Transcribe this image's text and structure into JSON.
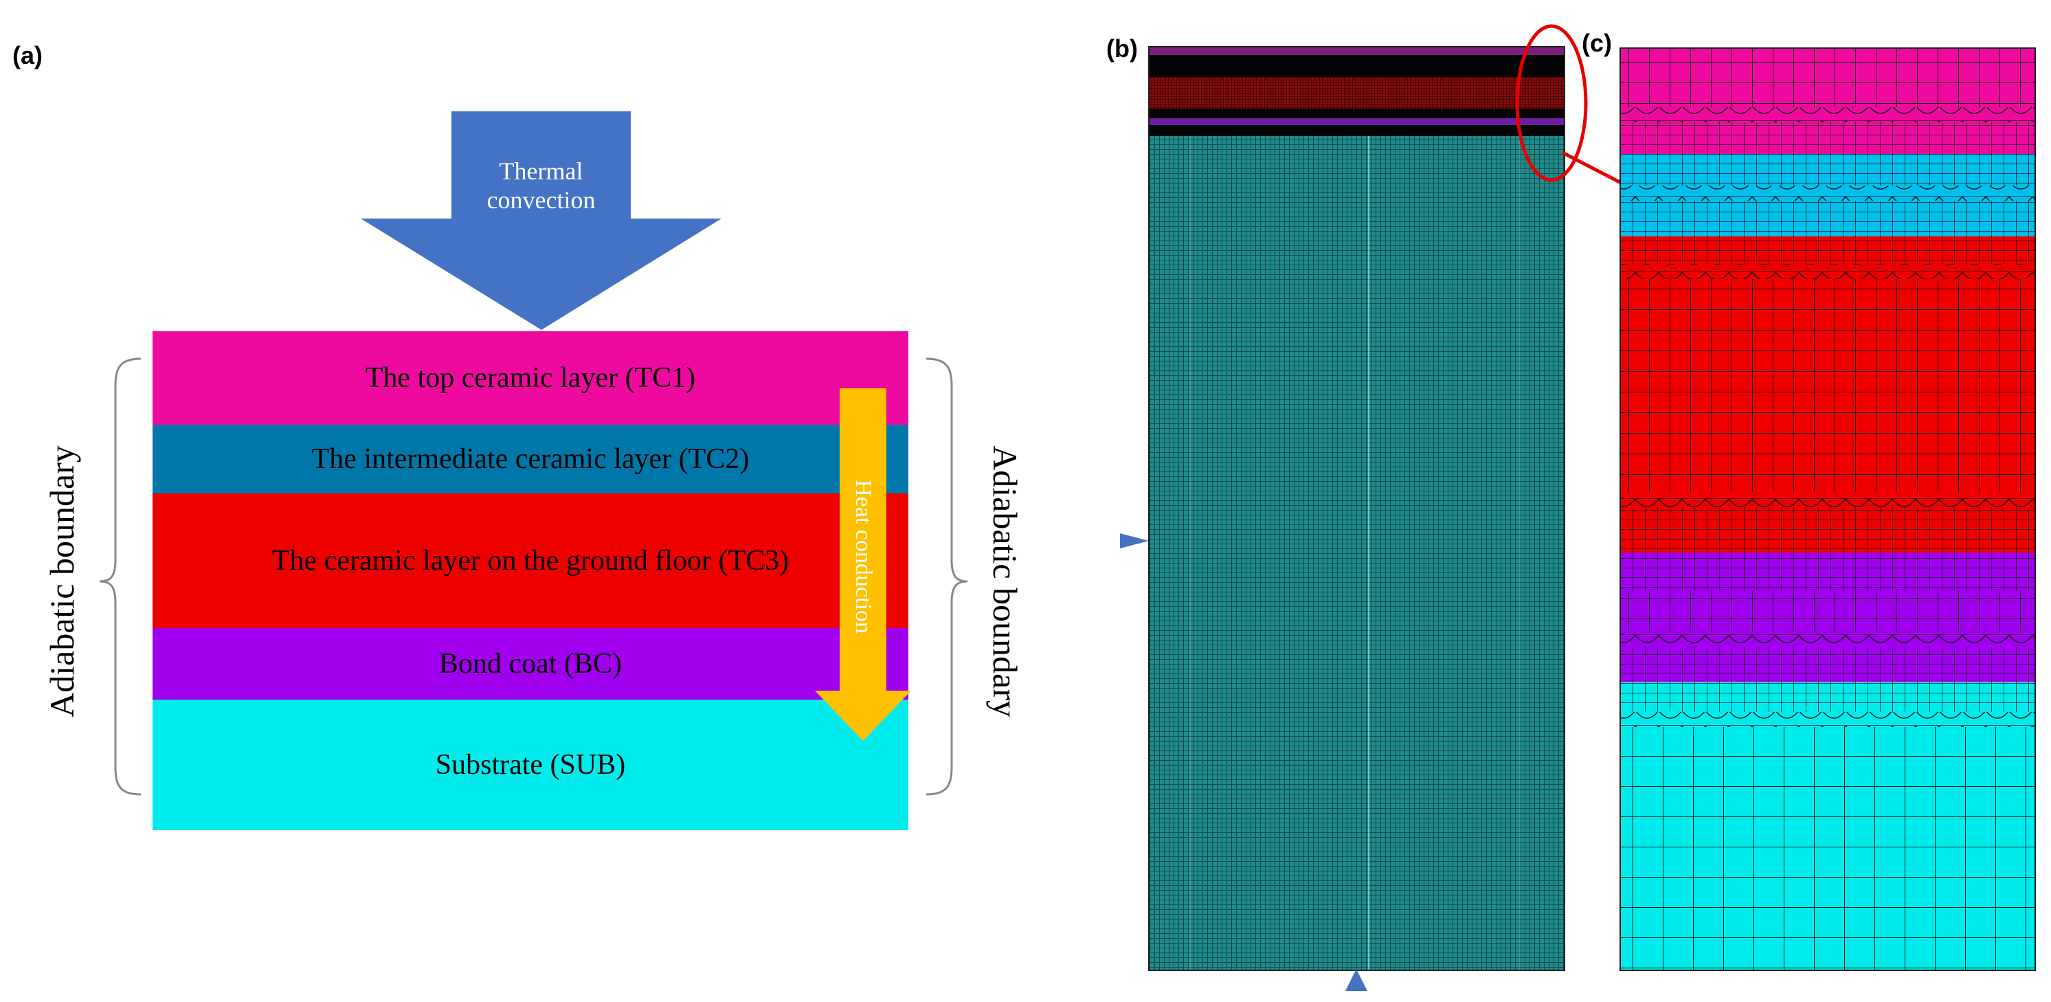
{
  "panels": {
    "a_label": "(a)",
    "b_label": "(b)",
    "c_label": "(c)"
  },
  "convection": {
    "line1": "Thermal",
    "line2": "convection",
    "color": "#4472C4"
  },
  "conduction": {
    "label": "Heat conduction",
    "color": "#FFC000"
  },
  "boundaries": {
    "left": "Adiabatic boundary",
    "right": "Adiabatic boundary"
  },
  "layers": [
    {
      "label": "The top ceramic layer (TC1)",
      "color": "#EE0A9E"
    },
    {
      "label": "The intermediate ceramic layer (TC2)",
      "color": "#0077A8"
    },
    {
      "label": "The ceramic layer on the ground floor (TC3)",
      "color": "#EE0000"
    },
    {
      "label": "Bond coat (BC)",
      "color": "#A000EE"
    },
    {
      "label": "Substrate (SUB)",
      "color": "#00EBEB"
    }
  ],
  "mesh_colors": {
    "substrate": "#1E8C8C",
    "tc1": "#EE0A9E",
    "tc2": "#00C0EE",
    "tc3": "#EE0000",
    "bc": "#A000EE",
    "sub": "#00EBEB",
    "highlight": "#E60000"
  }
}
